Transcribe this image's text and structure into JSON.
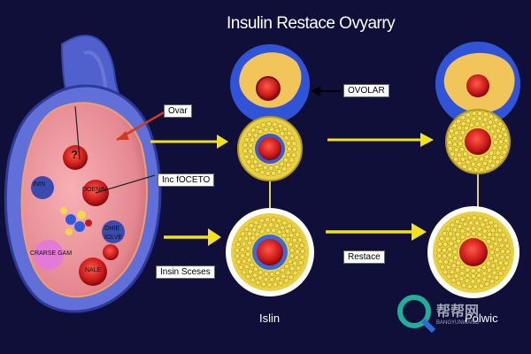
{
  "title": "Insulin Restace Ovyarry",
  "labels": {
    "ovar": "Ovar",
    "ovolar": "OVOLAR",
    "inc": "Inc fOCETO",
    "insin_sceses": "Insin Sceses",
    "restace": "Restace",
    "islin": "Islin",
    "polwic": "Polwic"
  },
  "organ_labels": {
    "inin": "ININ",
    "doenin": "DOENIN",
    "ohie": "OHIE",
    "iolve": "IOLVE",
    "crarse_gam": "CRARSE GAM",
    "nale": "NALE",
    "question_mark": "?"
  },
  "watermark": {
    "text": "帮帮网",
    "subtext": "BANGYUNWANG"
  },
  "colors": {
    "background": "#0f0f3a",
    "arrow": "#f2e21a",
    "follicle_fill": "#e8c85a",
    "follicle_core": "#c81818",
    "organ_blue": "#4d5cc8"
  }
}
